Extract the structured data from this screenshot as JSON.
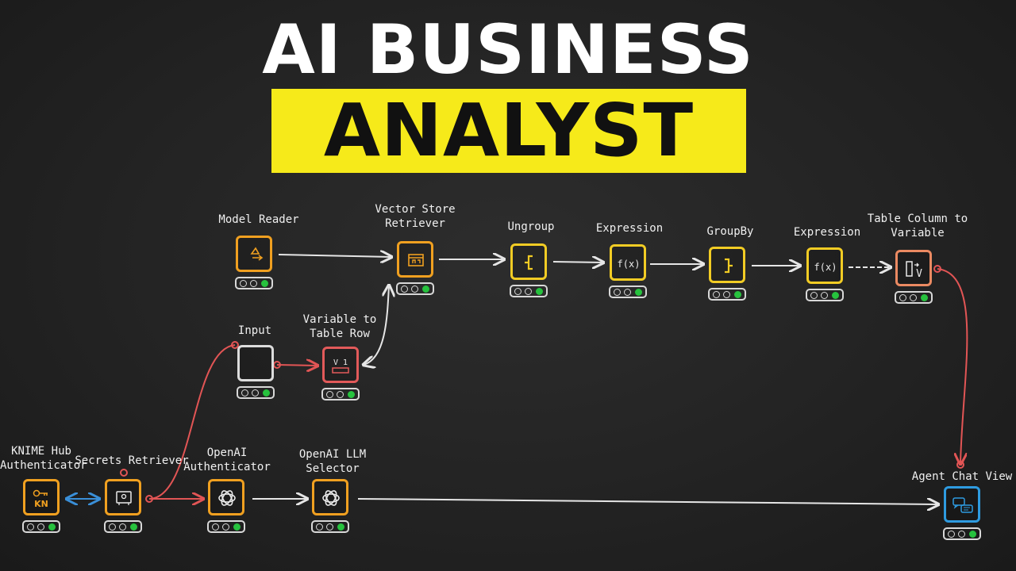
{
  "title": {
    "line1": "AI BUSINESS",
    "line2": "ANALYST"
  },
  "nodes": {
    "model_reader": {
      "label": "Model Reader"
    },
    "vector_store_retriever": {
      "label": "Vector Store Retriever"
    },
    "ungroup": {
      "label": "Ungroup"
    },
    "expression_1": {
      "label": "Expression"
    },
    "groupby": {
      "label": "GroupBy"
    },
    "expression_2": {
      "label": "Expression"
    },
    "table_column_to_variable": {
      "label": "Table Column to Variable"
    },
    "input": {
      "label": "Input"
    },
    "variable_to_table_row": {
      "label": "Variable to Table Row"
    },
    "knime_hub_authenticator": {
      "label": "KNIME Hub Authenticator"
    },
    "secrets_retriever": {
      "label": "Secrets Retriever"
    },
    "openai_authenticator": {
      "label": "OpenAI Authenticator"
    },
    "openai_llm_selector": {
      "label": "OpenAI LLM Selector"
    },
    "agent_chat_view": {
      "label": "Agent Chat View"
    }
  },
  "icons": {
    "expression_glyph": "f(x)",
    "variable_glyph": "V",
    "variable_row_glyph": "V 1",
    "knime_glyph": "KN"
  },
  "colors": {
    "accent_yellow": "#f6ea1a",
    "node_orange": "#f0a020",
    "node_yellow": "#f2cc24",
    "node_red": "#e25a5a",
    "node_blue": "#2e9be0",
    "status_green": "#27c23e",
    "wire_red": "#e25555",
    "wire_blue": "#3a8fd8"
  }
}
